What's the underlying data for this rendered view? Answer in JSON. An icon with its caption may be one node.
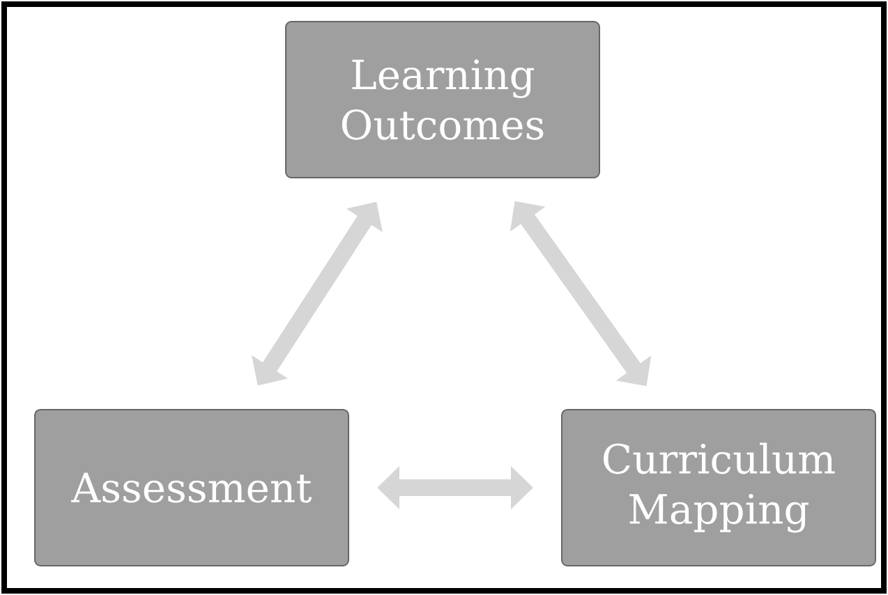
{
  "diagram": {
    "nodes": [
      {
        "text": [
          "Learning Outcomes"
        ]
      },
      {
        "text": [
          "Assessment"
        ]
      },
      {
        "text": [
          "Curriculum Mapping"
        ]
      }
    ],
    "edges": [
      {
        "from": 0,
        "to": 1,
        "arrow": "both"
      },
      {
        "from": 0,
        "to": 2,
        "arrow": "both"
      },
      {
        "from": 1,
        "to": 2,
        "arrow": "both"
      }
    ]
  }
}
